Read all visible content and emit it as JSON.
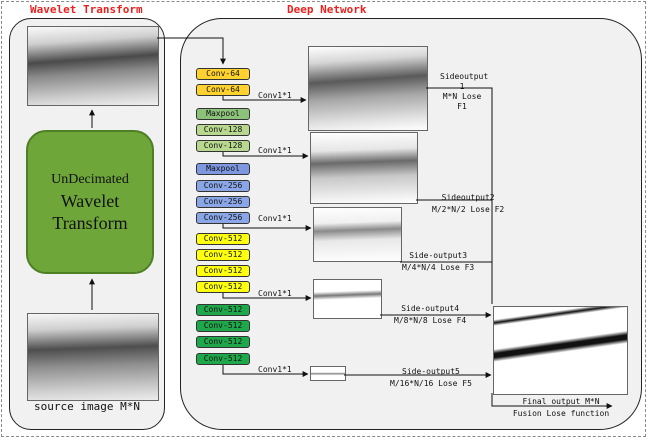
{
  "left_title": "Wavelet Transform",
  "right_title": "Deep Network",
  "wavelet_box": {
    "line1": "UnDecimated",
    "line2": "Wavelet",
    "line3": "Transform"
  },
  "source_caption": "source image M*N",
  "layers": [
    {
      "label": "Conv-64",
      "color": "#ffd22e"
    },
    {
      "label": "Conv-64",
      "color": "#ffd22e"
    },
    {
      "label": "Maxpool",
      "color": "#8cc27a"
    },
    {
      "label": "Conv-128",
      "color": "#b7d88e"
    },
    {
      "label": "Conv-128",
      "color": "#b7d88e"
    },
    {
      "label": "Maxpool",
      "color": "#7d97e0"
    },
    {
      "label": "Conv-256",
      "color": "#8aa6e6"
    },
    {
      "label": "Conv-256",
      "color": "#8aa6e6"
    },
    {
      "label": "Conv-256",
      "color": "#8aa6e6"
    },
    {
      "label": "Conv-512",
      "color": "#ffff10"
    },
    {
      "label": "Conv-512",
      "color": "#ffff10"
    },
    {
      "label": "Conv-512",
      "color": "#ffff10"
    },
    {
      "label": "Conv-512",
      "color": "#ffff10"
    },
    {
      "label": "Conv-512",
      "color": "#1fa84b"
    },
    {
      "label": "Conv-512",
      "color": "#1fa84b"
    },
    {
      "label": "Conv-512",
      "color": "#1fa84b"
    },
    {
      "label": "Conv-512",
      "color": "#1fa84b"
    }
  ],
  "conv_label": "Conv1*1",
  "side_outputs": [
    {
      "line1": "Sideoutput",
      "line2": "1",
      "line3": "M*N Lose",
      "line4": "F1"
    },
    {
      "line1": "Sideoutput2",
      "line2": "M/2*N/2 Lose F2"
    },
    {
      "line1": "Side-output3",
      "line2": "M/4*N/4 Lose F3"
    },
    {
      "line1": "Side-output4",
      "line2": "M/8*N/8 Lose F4"
    },
    {
      "line1": "Side-output5",
      "line2": "M/16*N/16 Lose F5"
    }
  ],
  "final_output": {
    "line1": "Final output M*N",
    "line2": "Fusion Lose function"
  }
}
